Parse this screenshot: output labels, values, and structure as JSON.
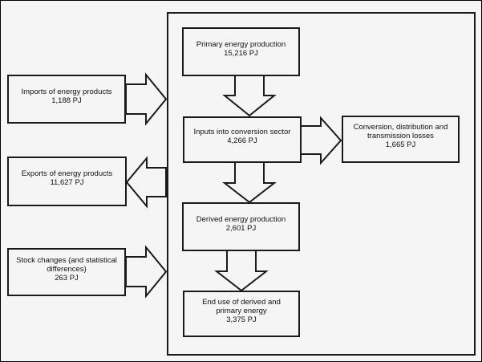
{
  "diagram": {
    "type": "flow-diagram",
    "unit": "PJ",
    "colors": {
      "background": "#f5f5f5",
      "line": "#1a1a1a",
      "text": "#111111"
    },
    "nodes": {
      "imports": {
        "label": "Imports of energy products",
        "value": "1,188 PJ"
      },
      "exports": {
        "label": "Exports of energy products",
        "value": "11,627 PJ"
      },
      "stock_changes": {
        "label": "Stock changes (and statistical\ndifferences)",
        "value": "263 PJ"
      },
      "primary_production": {
        "label": "Primary energy production",
        "value": "15,216 PJ"
      },
      "conversion_inputs": {
        "label": "Inputs into conversion sector",
        "value": "4,266 PJ"
      },
      "conversion_losses": {
        "label": "Conversion, distribution and\ntransmission losses",
        "value": "1,665 PJ"
      },
      "derived_production": {
        "label": "Derived energy production",
        "value": "2,601 PJ"
      },
      "end_use": {
        "label": "End use of derived and\nprimary energy",
        "value": "3,375 PJ"
      }
    },
    "edges": [
      {
        "from": "imports",
        "to": "system-boundary",
        "direction": "right"
      },
      {
        "from": "system-boundary",
        "to": "exports",
        "direction": "left"
      },
      {
        "from": "stock_changes",
        "to": "system-boundary",
        "direction": "right"
      },
      {
        "from": "primary_production",
        "to": "conversion_inputs",
        "direction": "down"
      },
      {
        "from": "conversion_inputs",
        "to": "conversion_losses",
        "direction": "right"
      },
      {
        "from": "conversion_inputs",
        "to": "derived_production",
        "direction": "down"
      },
      {
        "from": "derived_production",
        "to": "end_use",
        "direction": "down"
      }
    ]
  }
}
